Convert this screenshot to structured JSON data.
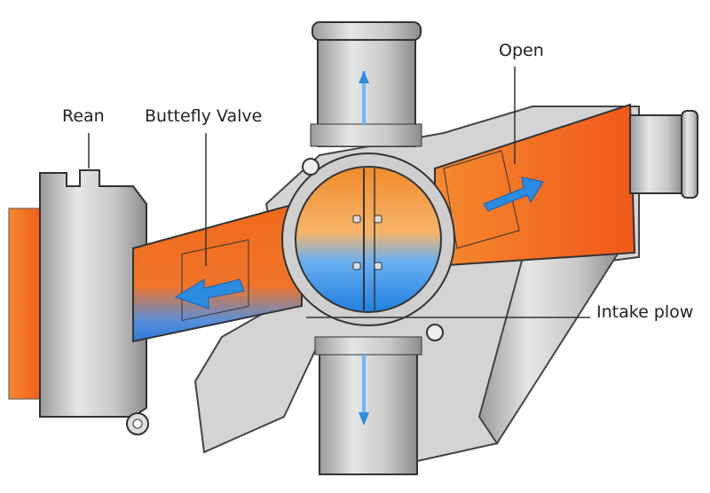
{
  "labels": {
    "rean": "Rean",
    "butterfly_valve": "Buttefly Valve",
    "open": "Open",
    "intake_flow": "Intake plow"
  },
  "colors": {
    "orange": "#f26a1b",
    "orange_light": "#f7a23a",
    "blue": "#2a8be0",
    "metal": "#c4c4c4",
    "outline": "#3a3a3a"
  }
}
